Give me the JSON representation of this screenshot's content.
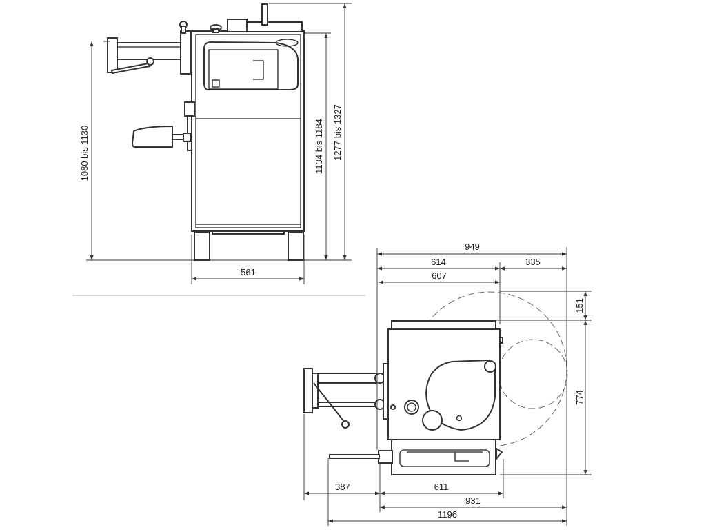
{
  "front_view": {
    "dimensions": {
      "table_height": "1080 bis 1130",
      "body_height": "1134 bis 1184",
      "total_height": "1277 bis 1327",
      "width": "561"
    }
  },
  "top_view": {
    "dimensions": {
      "total_depth": "949",
      "body_depth": "614",
      "swing_depth": "335",
      "inner_depth": "607",
      "swing_offset": "151",
      "body_length": "774",
      "handle_reach": "387",
      "tray_width": "611",
      "overall_931": "931",
      "overall_1196": "1196"
    }
  }
}
